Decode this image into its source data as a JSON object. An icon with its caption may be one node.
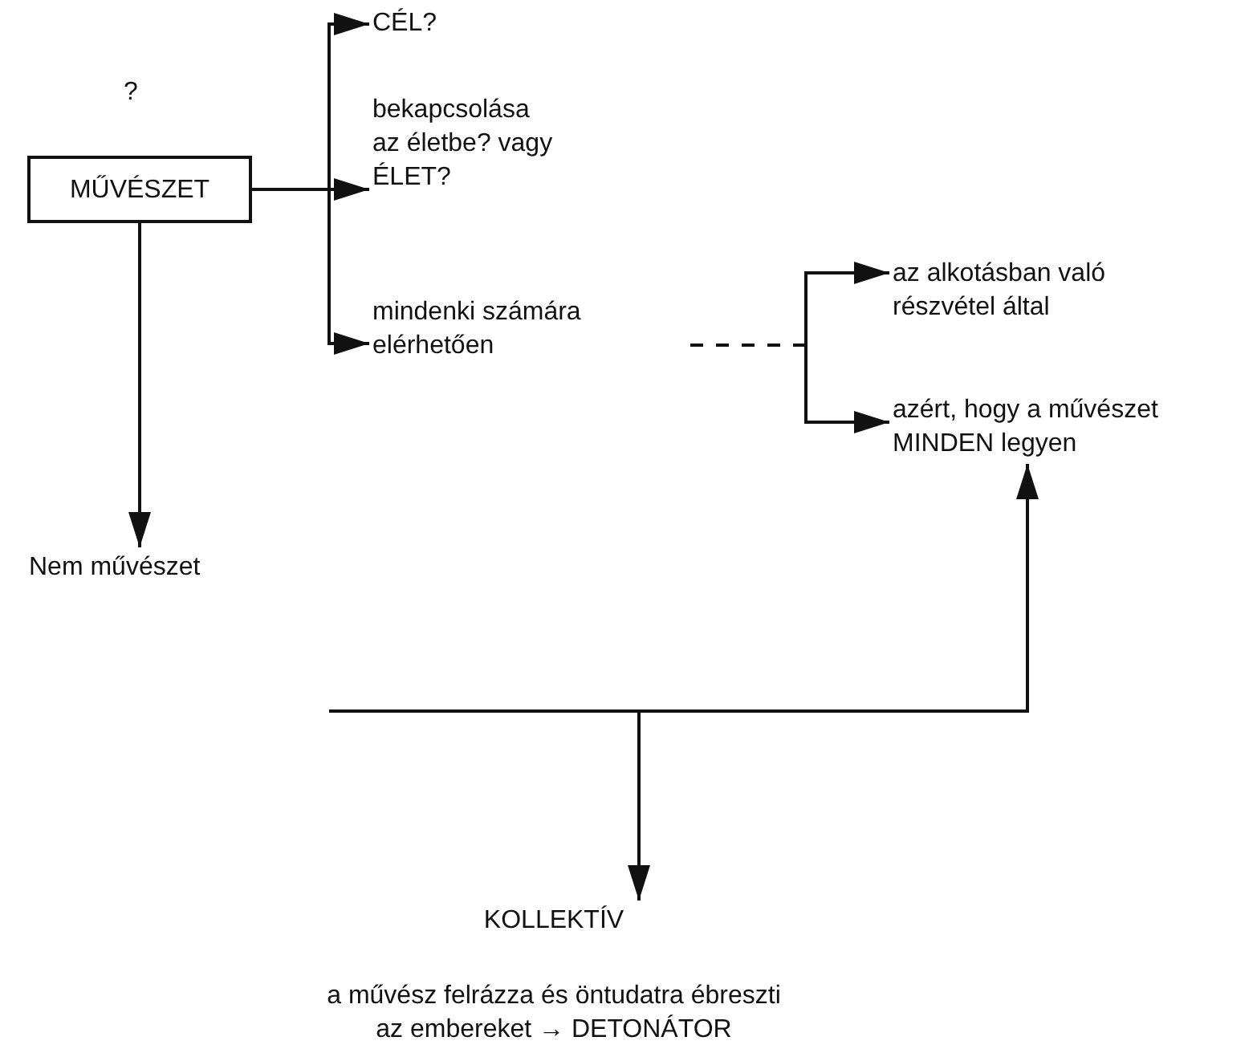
{
  "diagram": {
    "nodes": [
      {
        "text": [
          "MŰVÉSZET"
        ],
        "beside": [
          "?"
        ]
      },
      {
        "text": [
          "CÉL?"
        ]
      },
      {
        "text": [
          "bekapcsolása az életbe? vagy ÉLET?"
        ]
      },
      {
        "text": [
          "mindenki számára elérhetően"
        ]
      },
      {
        "text": [
          "az alkotásban való részvétel által"
        ]
      },
      {
        "text": [
          "azért, hogy a művészet MINDEN legyen"
        ]
      },
      {
        "text": [
          "Nem művészet"
        ]
      },
      {
        "text": [
          "KOLLEKTÍV",
          "a művész felrázza és öntudatra ébreszti az embereket → DETONÁTOR"
        ]
      }
    ],
    "edges": [
      {
        "from": 0,
        "to": 1,
        "arrow": "to"
      },
      {
        "from": 0,
        "to": 2,
        "arrow": "to"
      },
      {
        "from": 0,
        "to": 3,
        "arrow": "to"
      },
      {
        "from": 3,
        "to": 4,
        "arrow": "to",
        "style": "dashed"
      },
      {
        "from": 3,
        "to": 5,
        "arrow": "to",
        "style": "dashed"
      },
      {
        "from": 0,
        "to": 6,
        "arrow": "to"
      },
      {
        "from": null,
        "to": 7,
        "arrow": "to"
      },
      {
        "from": null,
        "to": 5,
        "arrow": "to"
      }
    ]
  }
}
